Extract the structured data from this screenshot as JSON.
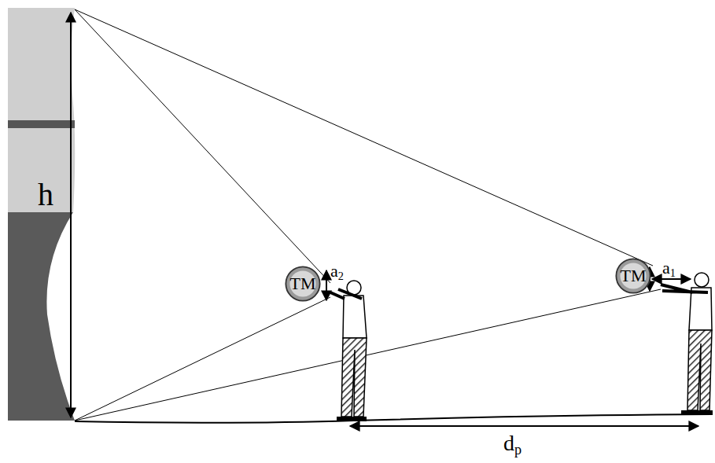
{
  "diagram": {
    "nodes": [
      {
        "text": [
          "TM"
        ]
      },
      {
        "text": [
          "TM"
        ]
      }
    ],
    "labels": [
      "h",
      "a2",
      "a1",
      "dp"
    ]
  }
}
